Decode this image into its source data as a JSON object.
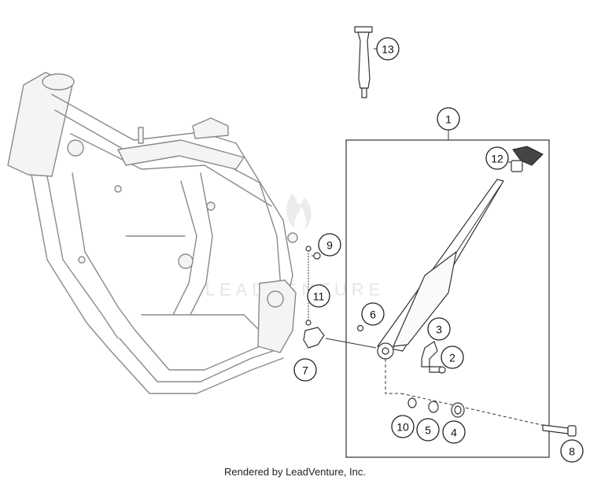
{
  "watermark": {
    "text": "LEADVENTURE"
  },
  "callouts": [
    {
      "label": "1"
    },
    {
      "label": "2"
    },
    {
      "label": "3"
    },
    {
      "label": "4"
    },
    {
      "label": "5"
    },
    {
      "label": "6"
    },
    {
      "label": "7"
    },
    {
      "label": "8"
    },
    {
      "label": "9"
    },
    {
      "label": "10"
    },
    {
      "label": "11"
    },
    {
      "label": "12"
    },
    {
      "label": "13"
    }
  ],
  "footer": {
    "credit": "Rendered by LeadVenture, Inc."
  }
}
